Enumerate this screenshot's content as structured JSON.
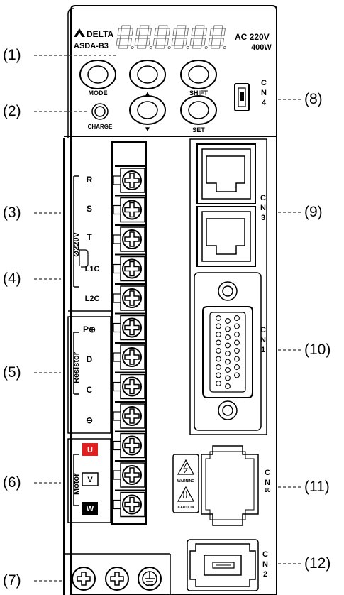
{
  "brand": {
    "logo_text": "DELTA",
    "model": "ASDA-B3"
  },
  "display": {
    "digits": "888888",
    "power_ac": "AC 220V",
    "power_w": "400W"
  },
  "keys": {
    "mode": "MODE",
    "up": "▲",
    "shift": "SHIFT",
    "down": "▼",
    "set": "SET",
    "charge": "CHARGE"
  },
  "connectors": {
    "cn4": [
      "C",
      "N",
      "4"
    ],
    "cn3": [
      "C",
      "N",
      "3"
    ],
    "cn1": [
      "C",
      "N",
      "1"
    ],
    "cn10": [
      "C",
      "N",
      "10"
    ],
    "cn2": [
      "C",
      "N",
      "2"
    ]
  },
  "terminals": {
    "power_group": "⊘220V",
    "power": [
      "R",
      "S",
      "T",
      "L1C",
      "L2C"
    ],
    "resistor_group": "Resistor",
    "resistor": [
      "P⊕",
      "D",
      "C",
      "⊖"
    ],
    "motor_group": "Motor",
    "motor": [
      "U",
      "V",
      "W"
    ]
  },
  "warnings": {
    "warning": "WARNING",
    "caution": "CAUTION"
  },
  "callouts": {
    "c1": "(1)",
    "c2": "(2)",
    "c3": "(3)",
    "c4": "(4)",
    "c5": "(5)",
    "c6": "(6)",
    "c7": "(7)",
    "c8": "(8)",
    "c9": "(9)",
    "c10": "(10)",
    "c11": "(11)",
    "c12": "(12)"
  }
}
